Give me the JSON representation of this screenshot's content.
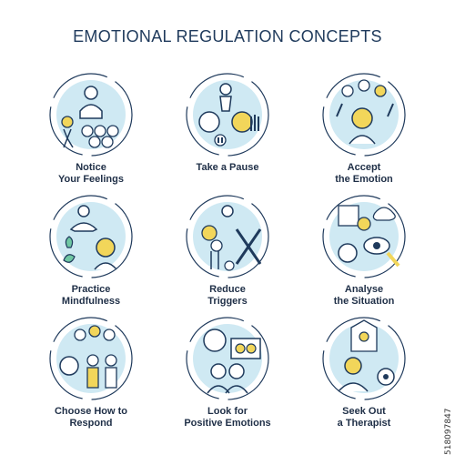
{
  "title": "EMOTIONAL REGULATION CONCEPTS",
  "side_text": "518097847",
  "colors": {
    "circle": "#cfe9f3",
    "outline": "#1f3a5c",
    "accent_yellow": "#f2d65a",
    "accent_green": "#6fc7a3"
  },
  "items": [
    {
      "label": "Notice\nYour Feelings",
      "icon": "feelings-faces-icon"
    },
    {
      "label": "Take a Pause",
      "icon": "meditation-stop-icon"
    },
    {
      "label": "Accept\nthe Emotion",
      "icon": "accept-hands-icon"
    },
    {
      "label": "Practice\nMindfulness",
      "icon": "mindfulness-lotus-icon"
    },
    {
      "label": "Reduce\nTriggers",
      "icon": "reduce-triggers-icon"
    },
    {
      "label": "Analyse\nthe Situation",
      "icon": "analyse-eye-icon"
    },
    {
      "label": "Choose How to\nRespond",
      "icon": "choose-respond-icon"
    },
    {
      "label": "Look for\nPositive Emotions",
      "icon": "positive-emotions-icon"
    },
    {
      "label": "Seek Out\na Therapist",
      "icon": "therapist-icon"
    }
  ]
}
